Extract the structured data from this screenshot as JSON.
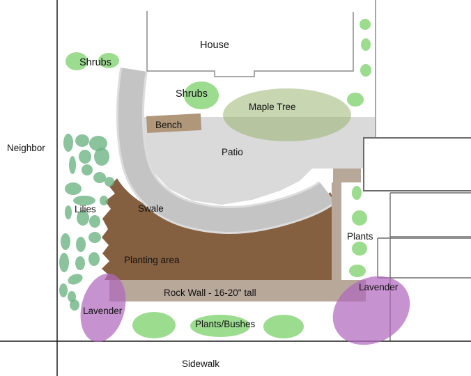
{
  "diagram": {
    "type": "landscape-plan",
    "labels": {
      "neighbor": "Neighbor",
      "house": "House",
      "shrubs_left": "Shrubs",
      "shrubs_center": "Shrubs",
      "maple_tree": "Maple Tree",
      "bench": "Bench",
      "patio": "Patio",
      "swale": "Swale",
      "lilies": "Lilies",
      "planting_area": "Planting area",
      "plants": "Plants",
      "rock_wall": "Rock Wall - 16-20\" tall",
      "lavender_left": "Lavender",
      "lavender_right": "Lavender",
      "plants_bushes": "Plants/Bushes",
      "sidewalk": "Sidewalk"
    },
    "colors": {
      "background": "#ffffff",
      "patio": "#dadada",
      "swale_band": "#c4c4c4",
      "swale_casing": "#dcdcdc",
      "planting_area": "#856040",
      "bench": "#b0977a",
      "rock_wall": "#b8a89a",
      "bright_green": "#9cdc8f",
      "sage_green": "rgba(110,180,132,0.8)",
      "maple_green": "rgba(150,178,108,0.52)",
      "lavender": "rgba(176,104,188,0.72)",
      "house_outline": "#8a8a8a",
      "structure_outline": "#6b6b6b",
      "property_line": "#1a1a1a",
      "text": "#111111"
    }
  }
}
